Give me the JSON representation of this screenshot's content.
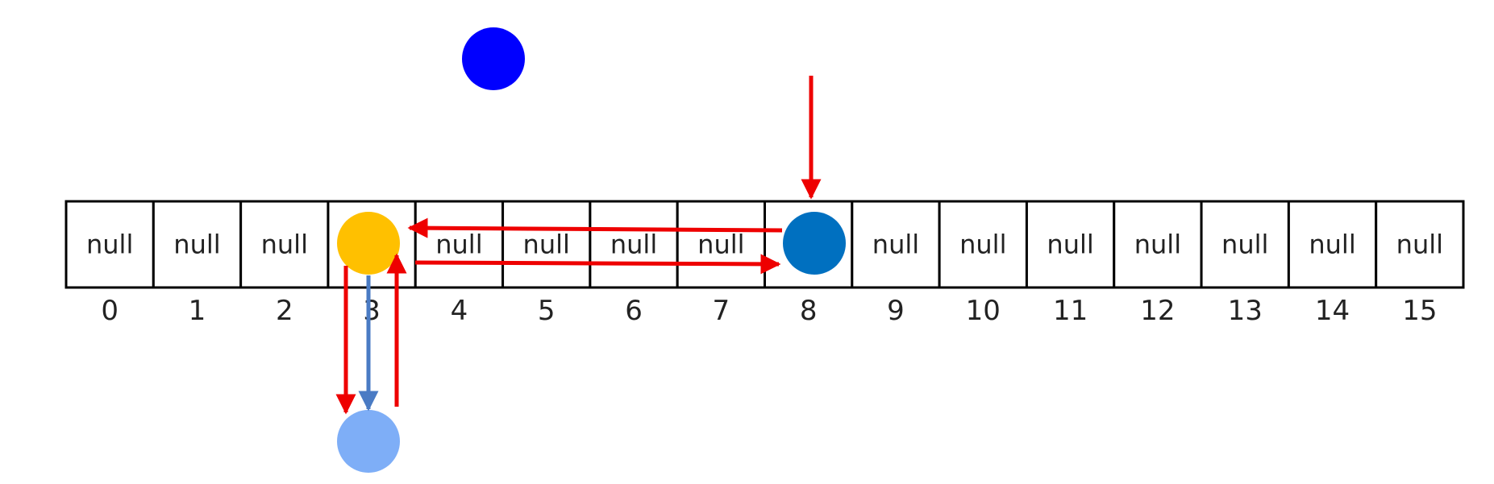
{
  "array": {
    "cells": [
      {
        "index": "0",
        "value": "null"
      },
      {
        "index": "1",
        "value": "null"
      },
      {
        "index": "2",
        "value": "null"
      },
      {
        "index": "3",
        "value": ""
      },
      {
        "index": "4",
        "value": "null"
      },
      {
        "index": "5",
        "value": "null"
      },
      {
        "index": "6",
        "value": "null"
      },
      {
        "index": "7",
        "value": "null"
      },
      {
        "index": "8",
        "value": ""
      },
      {
        "index": "9",
        "value": "null"
      },
      {
        "index": "10",
        "value": "null"
      },
      {
        "index": "11",
        "value": "null"
      },
      {
        "index": "12",
        "value": "null"
      },
      {
        "index": "13",
        "value": "null"
      },
      {
        "index": "14",
        "value": "null"
      },
      {
        "index": "15",
        "value": "null"
      }
    ]
  },
  "nodes": {
    "new_node_color": "#0000ff",
    "bucket3_node_color": "#ffc000",
    "bucket8_node_color": "#0070c0",
    "chained_node_color": "#7eaef7"
  },
  "arrows": {
    "primary_color": "#ee0000",
    "link_color": "#4a7bc4"
  }
}
